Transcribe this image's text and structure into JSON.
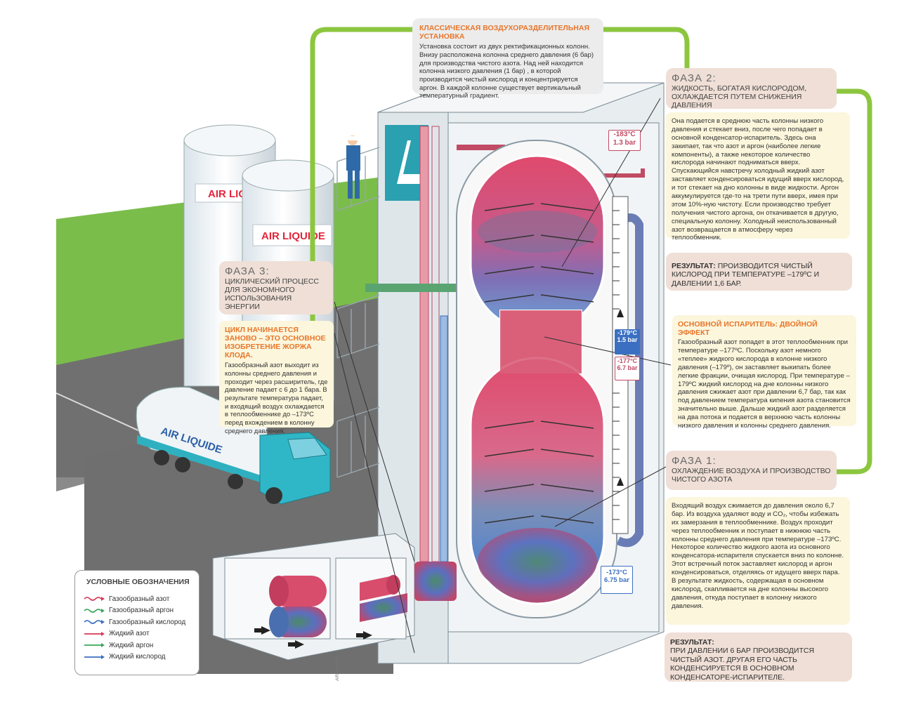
{
  "colors": {
    "green_frame": "#8cc63f",
    "nitrogen": "#d73a5a",
    "argon": "#3aa65a",
    "oxygen": "#3b6fc2",
    "accent_orange": "#e8762b",
    "panel_tan": "#efdfd6",
    "panel_yellow": "#fbf6dc"
  },
  "brand": {
    "tank1_label": "AIR LIQUIDE",
    "tank2_label": "AIR LIQUIDE",
    "truck_label": "AIR LIQUIDE",
    "credit": "AIR LIQUIDE"
  },
  "top_panel": {
    "title": "КЛАССИЧЕСКАЯ ВОЗДУХОРАЗДЕЛИТЕЛЬНАЯ УСТАНОВКА",
    "text": "Установка состоит из двух ректификационных колонн. Внизу расположена колонна среднего давления (6 бар) для производства чистого азота. Над ней находится колонна низкого давления (1 бар) , в которой производится чистый кислород и концентрируется аргон. В каждой колонне существует вертикальный температурный градиент."
  },
  "phase2": {
    "title": "ФАЗА 2:",
    "subtitle": "ЖИДКОСТЬ, БОГАТАЯ КИСЛОРОДОМ, ОХЛАЖДАЕТСЯ ПУТЕМ СНИЖЕНИЯ ДАВЛЕНИЯ",
    "text": "Она подается в среднюю часть колонны низкого давления и стекает вниз, после чего попадает в основной конденсатор-испаритель. Здесь она закипает, так что азот и аргон (наиболее легкие компоненты), а также некоторое количество кислорода начинают подниматься вверх. Спускающийся навстречу холодный жидкий азот заставляет конденсироваться идущий вверх кислород, и тот стекает на дно колонны в виде жидкости. Аргон аккумулируется где-то на трети пути вверх, имея при этом 10%-ную чистоту. Если производство требует получения чистого аргона, он откачивается в другую, специальную колонну. Холодный неиспользованный азот возвращается в атмосферу через теплообменник.",
    "result_label": "РЕЗУЛЬТАТ:",
    "result_text": "ПРОИЗВОДИТСЯ ЧИСТЫЙ КИСЛОРОД ПРИ ТЕМПЕРАТУРЕ –179ºС И ДАВЛЕНИИ 1,6 БАР."
  },
  "evaporator": {
    "title": "ОСНОВНОЙ ИСПАРИТЕЛЬ: ДВОЙНОЙ ЭФФЕКТ",
    "text": "Газообразный азот попадет в этот теплообменник при температуре –177ºС. Поскольку азот немного «теплее» жидкого кислорода в колонне низкого давления (–179º), он заставляет выкипать более легкие фракции, очищая кислород. При температуре –179ºС жидкий кислород на дне колонны низкого давления сжижает азот при давлении 6,7 бар, так как под давлением температура кипения азота становится значительно выше. Дальше жидкий азот разделяется на два потока и подается в верхнюю часть колонны низкого давления и колонны среднего давления."
  },
  "phase1": {
    "title": "ФАЗА 1:",
    "subtitle": "ОХЛАЖДЕНИЕ ВОЗДУХА И ПРОИЗВОДСТВО ЧИСТОГО АЗОТА",
    "text": "Входящий воздух сжимается до давления около 6,7 бар. Из воздуха удаляют воду и CO₂, чтобы избежать их замерзания в теплообменнике. Воздух проходит через теплообменник и поступает в нижнюю часть колонны среднего давления при температуре –173ºС. Некоторое количество жидкого азота из основного конденсатора-испарителя спускается вниз по колонне. Этот встречный поток заставляет кислород и аргон конденсироваться, отделяясь от идущего вверх пара. В результате жидкость, содержащая в основном кислород, скапливается на дне колонны высокого давления, откуда поступает в колонну низкого давления.",
    "result_label": "РЕЗУЛЬТАТ:",
    "result_text": "ПРИ ДАВЛЕНИИ 6 БАР ПРОИЗВОДИТСЯ ЧИСТЫЙ АЗОТ. ДРУГАЯ ЕГО ЧАСТЬ КОНДЕНСИРУЕТСЯ В ОСНОВНОМ КОНДЕНСАТОРЕ-ИСПАРИТЕЛЕ."
  },
  "phase3": {
    "title": "ФАЗА 3:",
    "subtitle": "ЦИКЛИЧЕСКИЙ ПРОЦЕСС ДЛЯ ЭКОНОМНОГО ИСПОЛЬЗОВАНИЯ ЭНЕРГИИ",
    "highlight": "ЦИКЛ НАЧИНАЕТСЯ ЗАНОВО – ЭТО ОСНОВНОЕ ИЗОБРЕТЕНИЕ ЖОРЖА КЛОДА.",
    "text": "Газообразный азот выходит из колонны среднего давления и проходит через расширитель, где давление падает с 6 до 1 бара. В результате температура падает, и входящий воздух охлаждается в теплообменнике до –173ºС перед вхождением в колонну среднего давления."
  },
  "gauges": {
    "g1_temp": "-183°C",
    "g1_pressure": "1.3 bar",
    "g2_temp": "-179°C",
    "g2_pressure": "1.5 bar",
    "g3_temp": "-177°C",
    "g3_pressure": "6.7 bar",
    "g4_temp": "-173°C",
    "g4_pressure": "6.75 bar"
  },
  "legend": {
    "title": "УСЛОВНЫЕ ОБОЗНАЧЕНИЯ",
    "items": [
      {
        "label": "Газообразный азот",
        "color": "#d73a5a",
        "style": "wavy"
      },
      {
        "label": "Газообразный аргон",
        "color": "#3aa65a",
        "style": "wavy"
      },
      {
        "label": "Газообразный кислород",
        "color": "#3b6fc2",
        "style": "wavy"
      },
      {
        "label": "Жидкий азот",
        "color": "#d73a5a",
        "style": "straight"
      },
      {
        "label": "Жидкий аргон",
        "color": "#3aa65a",
        "style": "straight"
      },
      {
        "label": "Жидкий кислород",
        "color": "#3b6fc2",
        "style": "straight"
      }
    ]
  }
}
